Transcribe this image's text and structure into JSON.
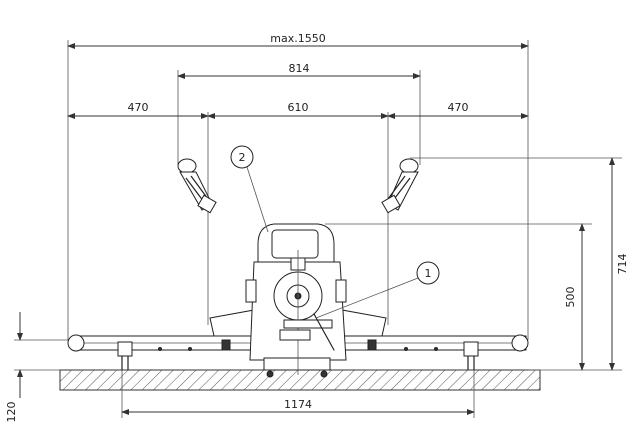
{
  "dimensions": {
    "overall_width": "max.1550",
    "inner_span": "814",
    "left_offset": "470",
    "center_width": "610",
    "right_offset": "470",
    "base_length": "1174",
    "total_height": "714",
    "unit_height": "500",
    "floor_height": "120"
  },
  "callouts": {
    "part_1": "1",
    "part_2": "2"
  },
  "colors": {
    "line": "#222222",
    "hatch": "#555555",
    "background": "#ffffff"
  }
}
